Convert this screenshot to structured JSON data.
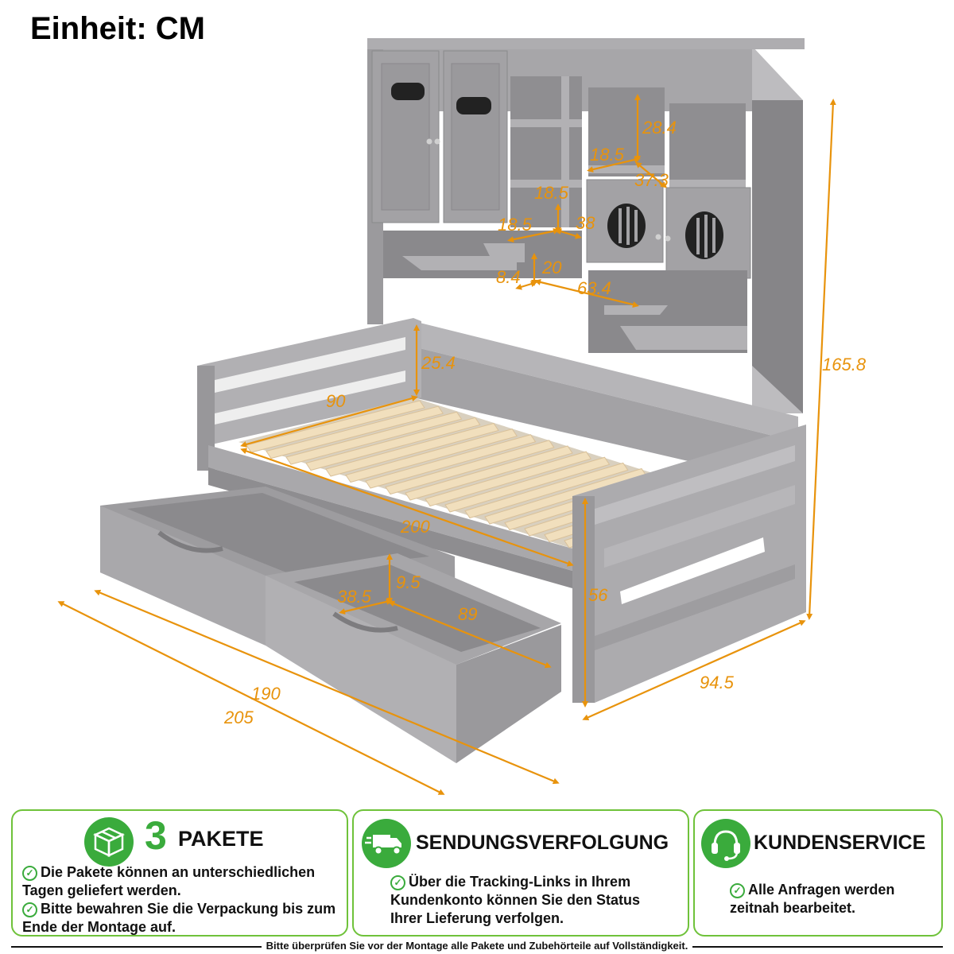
{
  "header": {
    "unit": "Einheit: CM"
  },
  "dimensions": {
    "shelf_height": "28.4",
    "shelf_width_a": "18.5",
    "shelf_width_b": "37.3",
    "shelf_height_b": "18.5",
    "shelf_depth_a": "18.5",
    "shelf_depth_b": "38",
    "niche_height": "20",
    "niche_depth": "8.4",
    "niche_width": "63.4",
    "rail_height": "25.4",
    "inner_width": "90",
    "inner_length": "200",
    "total_height": "165.8",
    "drawer_height": "9.5",
    "drawer_width": "38.5",
    "drawer_length": "89",
    "bed_height": "56",
    "length_inner": "190",
    "length_outer": "205",
    "total_width": "94.5"
  },
  "cards": {
    "packages": {
      "number": "3",
      "title": "PAKETE",
      "bullets": [
        "Die Pakete können an unterschiedlichen Tagen geliefert werden.",
        "Bitte bewahren Sie die Verpackung bis zum Ende der Montage auf."
      ]
    },
    "tracking": {
      "title": "SENDUNGSVERFOLGUNG",
      "bullets": [
        "Über die Tracking-Links in Ihrem Kundenkonto können Sie den Status Ihrer Lieferung verfolgen."
      ]
    },
    "service": {
      "title": "KUNDENSERVICE",
      "bullets": [
        "Alle Anfragen werden zeitnah bearbeitet."
      ]
    }
  },
  "footer": {
    "note": "Bitte überprüfen Sie vor der Montage alle Pakete und Zubehörteile auf Vollständigkeit."
  },
  "colors": {
    "accent_orange": "#e8930c",
    "brand_green": "#3aab3c",
    "border_green": "#6fc23a",
    "furniture_gray": "#9a999c"
  },
  "icons": [
    "box-icon",
    "truck-icon",
    "headset-icon",
    "check-icon"
  ]
}
